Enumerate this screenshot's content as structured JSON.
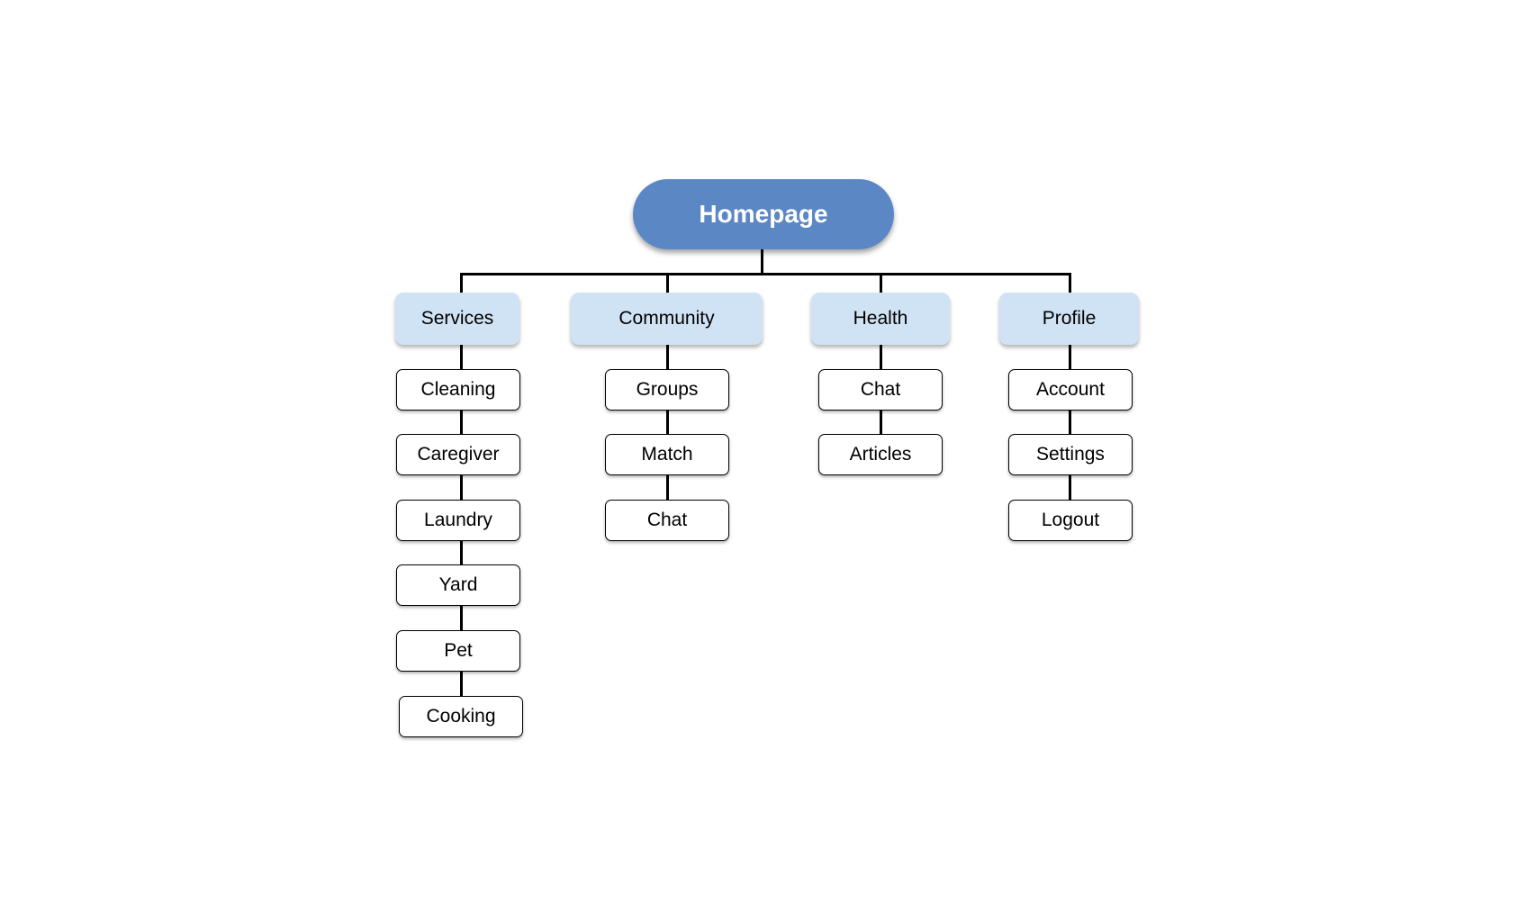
{
  "diagram": {
    "root": {
      "label": "Homepage"
    },
    "branches": [
      {
        "label": "Services",
        "children": [
          "Cleaning",
          "Caregiver",
          "Laundry",
          "Yard",
          "Pet",
          "Cooking"
        ]
      },
      {
        "label": "Community",
        "children": [
          "Groups",
          "Match",
          "Chat"
        ]
      },
      {
        "label": "Health",
        "children": [
          "Chat",
          "Articles"
        ]
      },
      {
        "label": "Profile",
        "children": [
          "Account",
          "Settings",
          "Logout"
        ]
      }
    ],
    "colors": {
      "root_fill": "#5b87c5",
      "root_text": "#ffffff",
      "branch_fill": "#d0e3f5",
      "branch_text": "#000000",
      "leaf_fill": "#ffffff",
      "leaf_border": "#000000",
      "connector": "#000000",
      "canvas": "#ffffff"
    }
  }
}
